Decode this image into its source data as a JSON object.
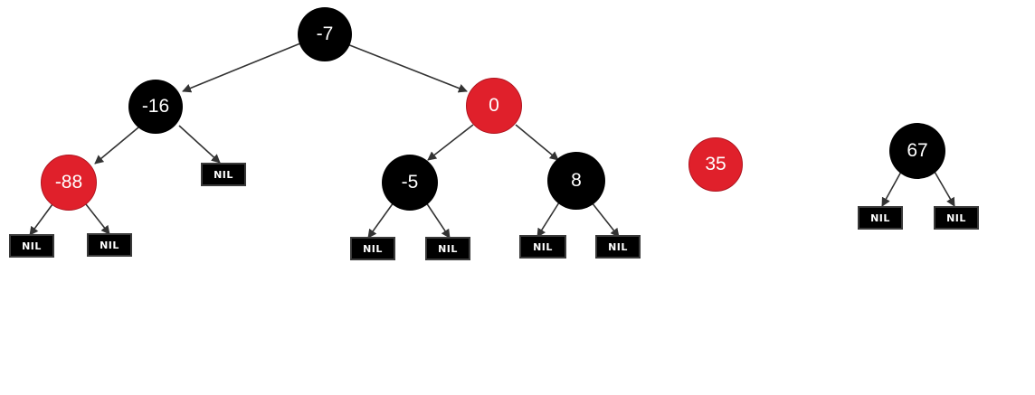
{
  "tree": {
    "n7": {
      "label": "-7",
      "color": "black"
    },
    "n16": {
      "label": "-16",
      "color": "black"
    },
    "n0": {
      "label": "0",
      "color": "red"
    },
    "n88": {
      "label": "-88",
      "color": "red"
    },
    "n5": {
      "label": "-5",
      "color": "black"
    },
    "n8": {
      "label": "8",
      "color": "black"
    },
    "n35": {
      "label": "35",
      "color": "red"
    },
    "n67": {
      "label": "67",
      "color": "black"
    }
  },
  "nil_label": "NIL",
  "colors": {
    "black_node": "#000000",
    "red_node": "#e0202b",
    "edge": "#333333"
  }
}
